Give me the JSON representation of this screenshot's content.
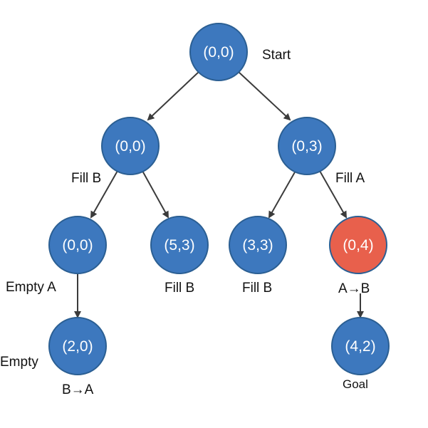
{
  "colors": {
    "node_fill": "#3d78be",
    "goal_fill": "#e8604c",
    "edge": "#3b3b3b",
    "background": "#ffffff"
  },
  "nodes": [
    {
      "id": "root",
      "state": "(0,0)"
    },
    {
      "id": "left",
      "state": "(0,0)"
    },
    {
      "id": "right",
      "state": "(0,3)"
    },
    {
      "id": "left-left",
      "state": "(0,0)"
    },
    {
      "id": "left-right",
      "state": "(5,3)"
    },
    {
      "id": "right-left",
      "state": "(3,3)"
    },
    {
      "id": "right-right",
      "state": "(0,4)",
      "highlighted": true
    },
    {
      "id": "left-left-child",
      "state": "(2,0)"
    },
    {
      "id": "right-right-child",
      "state": "(4,2)"
    }
  ],
  "labels": {
    "start": "Start",
    "fill_b_left": "Fill B",
    "fill_a_right": "Fill A",
    "empty_a": "Empty A",
    "fill_b_mid_left": "Fill B",
    "fill_b_mid_right": "Fill B",
    "a_to_b": "A→B",
    "empty": "Empty",
    "b_to_a": "B→A",
    "goal": "Goal"
  }
}
